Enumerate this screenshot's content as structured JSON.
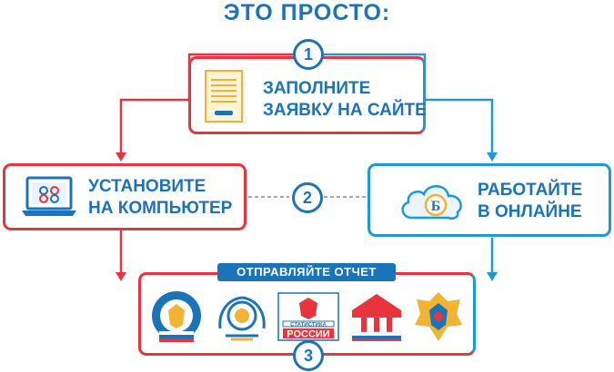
{
  "title": "ЭТО ПРОСТО:",
  "steps": [
    {
      "number": "1",
      "label_line1": "ЗАПОЛНИТЕ",
      "label_line2": "ЗАЯВКУ НА САЙТЕ",
      "icon": "document-form-icon"
    },
    {
      "number": "2",
      "label_left_line1": "УСТАНОВИТЕ",
      "label_left_line2": "НА КОМПЬЮТЕР",
      "label_right_line1": "РАБОТАЙТЕ",
      "label_right_line2": "В ОНЛАЙНЕ",
      "icon_left": "laptop-icon",
      "icon_right": "cloud-icon"
    },
    {
      "number": "3",
      "banner": "ОТПРАВЛЯЙТЕ ОТЧЕТ",
      "logos": [
        "fns-logo",
        "fss-logo",
        "rosstat-logo",
        "pfr-logo",
        "rosalkogol-logo"
      ],
      "rosstat_text_1": "СТАТИСТИКА",
      "rosstat_text_2": "РОССИИ"
    }
  ],
  "colors": {
    "red": "#e8343c",
    "blue": "#1b9ad6",
    "dark_blue": "#1b73b8",
    "gold": "#f2b233"
  }
}
